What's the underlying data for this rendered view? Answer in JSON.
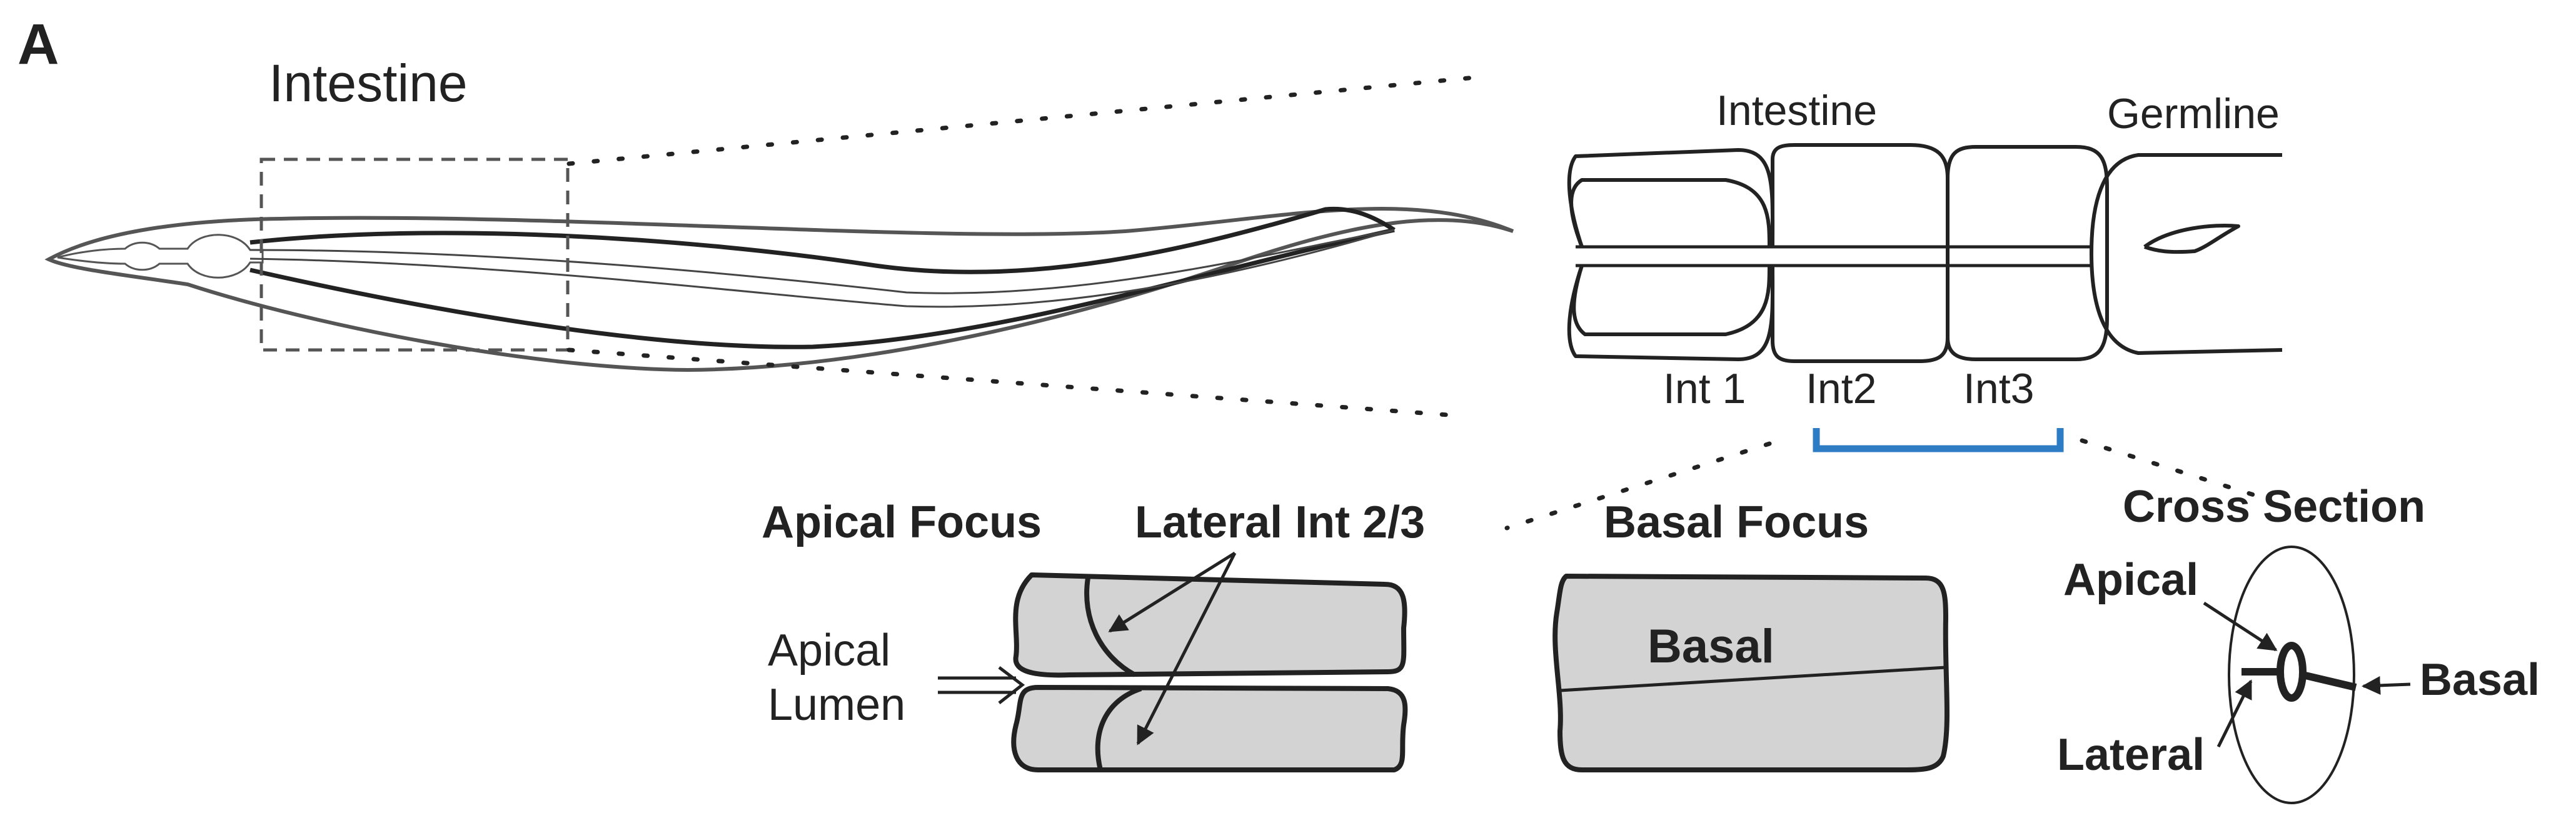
{
  "panel_letter": "A",
  "worm": {
    "label": "Intestine"
  },
  "segments": {
    "intestine_label": "Intestine",
    "germline_label": "Germline",
    "int1": "Int 1",
    "int2": "Int2",
    "int3": "Int3"
  },
  "apical_focus": {
    "title": "Apical Focus",
    "lateral_title": "Lateral Int 2/3",
    "lumen_line1": "Apical",
    "lumen_line2": "Lumen"
  },
  "basal_focus": {
    "title": "Basal Focus",
    "basal_label": "Basal"
  },
  "cross_section": {
    "title": "Cross Section",
    "apical": "Apical",
    "basal": "Basal",
    "lateral": "Lateral"
  },
  "colors": {
    "line": "#222222",
    "worm_outline": "#555555",
    "fill_gray": "#d3d3d3",
    "bracket_blue": "#2e7cc4"
  }
}
